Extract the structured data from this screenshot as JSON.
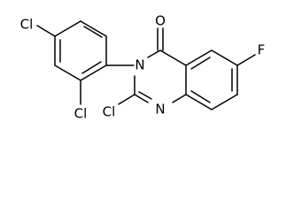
{
  "atoms": {
    "cl_left": "Cl",
    "cl_ortho": "Cl",
    "cl_c2": "Cl",
    "n3": "N",
    "n1": "N",
    "o": "O",
    "f": "F"
  }
}
